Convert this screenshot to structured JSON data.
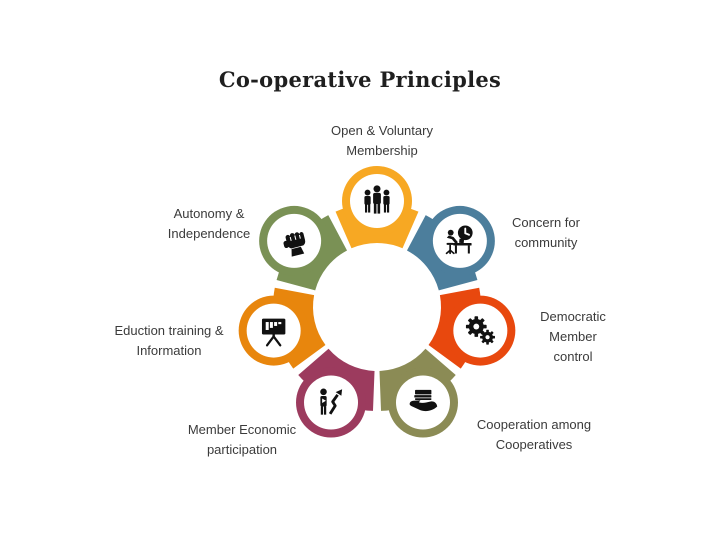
{
  "title": "Co-operative Principles",
  "diagram": {
    "background_color": "#FFFFFF",
    "icon_color": "#111111",
    "separator_color": "#FFFFFF",
    "segments": [
      {
        "id": "open-voluntary-membership",
        "label": "Open & Voluntary\nMembership",
        "color": "#F7A823",
        "icon": "people-group-icon"
      },
      {
        "id": "concern-for-community",
        "label": "Concern for\ncommunity",
        "color": "#4C7E9C",
        "icon": "person-desk-clock-icon"
      },
      {
        "id": "democratic-member-control",
        "label": "Democratic\nMember\ncontrol",
        "color": "#E8480E",
        "icon": "gears-icon"
      },
      {
        "id": "cooperation-among-cooperatives",
        "label": "Cooperation among\nCooperatives",
        "color": "#8B8B55",
        "icon": "hand-layers-icon"
      },
      {
        "id": "member-economic-participation",
        "label": "Member Economic\nparticipation",
        "color": "#9C3B5E",
        "icon": "person-growth-arrow-icon"
      },
      {
        "id": "eduction-training-information",
        "label": "Eduction training &\nInformation",
        "color": "#E8860D",
        "icon": "presentation-board-icon"
      },
      {
        "id": "autonomy-independence",
        "label": "Autonomy &\nIndependence",
        "color": "#7A9155",
        "icon": "raised-fist-icon"
      }
    ]
  }
}
